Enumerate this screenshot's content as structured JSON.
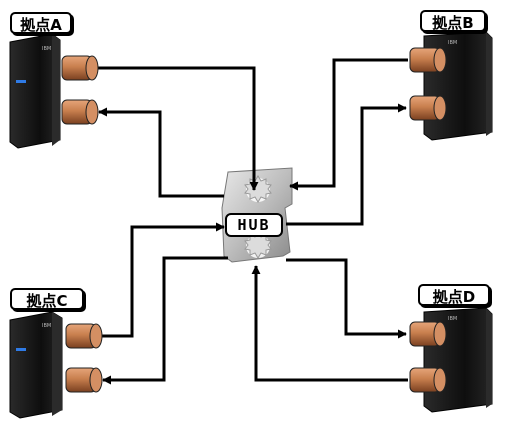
{
  "sites": [
    {
      "id": "a",
      "label": "拠点A"
    },
    {
      "id": "b",
      "label": "拠点B"
    },
    {
      "id": "c",
      "label": "拠点C"
    },
    {
      "id": "d",
      "label": "拠点D"
    }
  ],
  "hub": {
    "label": "HUB"
  },
  "server_brand": "IBM",
  "colors": {
    "line": "#000000",
    "cylinder": "#c87f4e",
    "cylinder_dark": "#7a4020",
    "server": "#141414",
    "hub_body": "#c8c8c8"
  },
  "icons": [
    "server-icon",
    "connector-cylinder-icon",
    "gear-icon",
    "arrow-icon"
  ]
}
